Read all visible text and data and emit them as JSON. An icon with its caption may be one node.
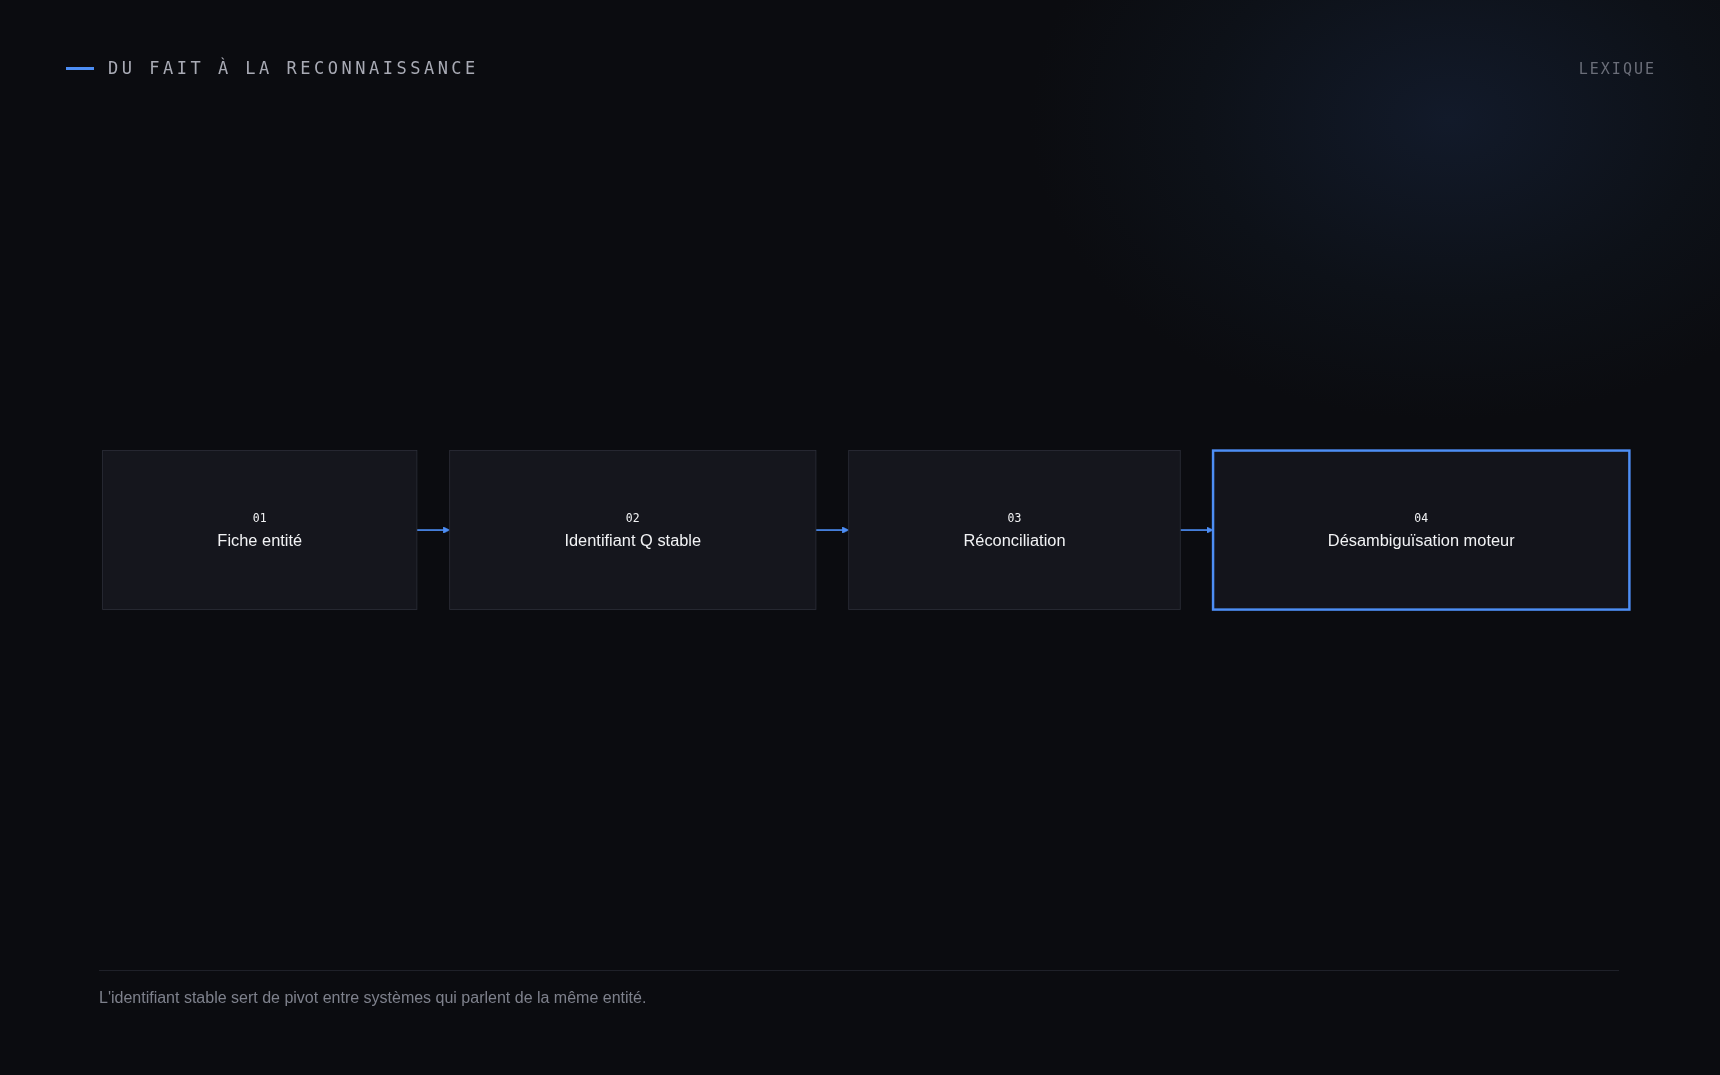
{
  "diagram": {
    "title": "DU FAIT À LA RECONNAISSANCE",
    "nodes": [
      {
        "text": [
          "01",
          "Fiche entité"
        ]
      },
      {
        "text": [
          "02",
          "Identifiant Q stable"
        ]
      },
      {
        "text": [
          "03",
          "Réconciliation"
        ]
      },
      {
        "text": [
          "04",
          "Désambiguïsation moteur"
        ]
      }
    ],
    "edges": [
      {
        "from": 0,
        "to": 1,
        "arrow": "to"
      },
      {
        "from": 1,
        "to": 2,
        "arrow": "to"
      },
      {
        "from": 2,
        "to": 3,
        "arrow": "to"
      }
    ],
    "labels": [
      "LEXIQUE"
    ],
    "caption": "L'identifiant stable sert de pivot entre systèmes qui parlent de la même entité."
  }
}
